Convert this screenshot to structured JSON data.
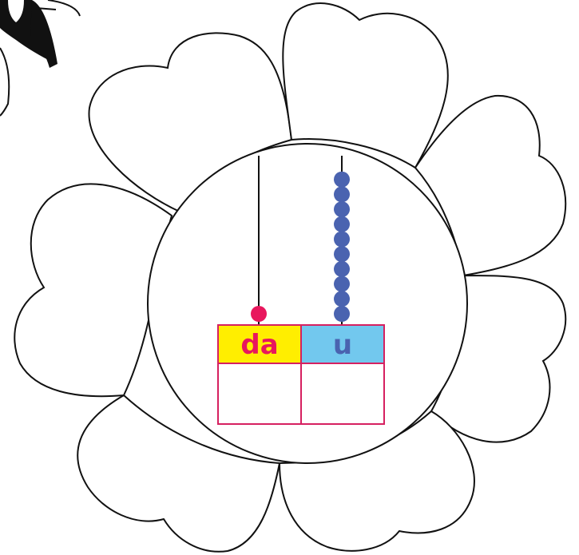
{
  "abacus": {
    "tens": {
      "label": "da",
      "beads": 1,
      "answer": ""
    },
    "units": {
      "label": "u",
      "beads": 10,
      "answer": ""
    }
  },
  "colors": {
    "tens_header": "#ffee00",
    "tens_label": "#e8175d",
    "tens_bead": "#e8175d",
    "units_header": "#72c8ee",
    "units_label": "#4a63b0",
    "units_bead": "#4a63b0",
    "table_border": "#d62060",
    "outline": "#111111"
  }
}
